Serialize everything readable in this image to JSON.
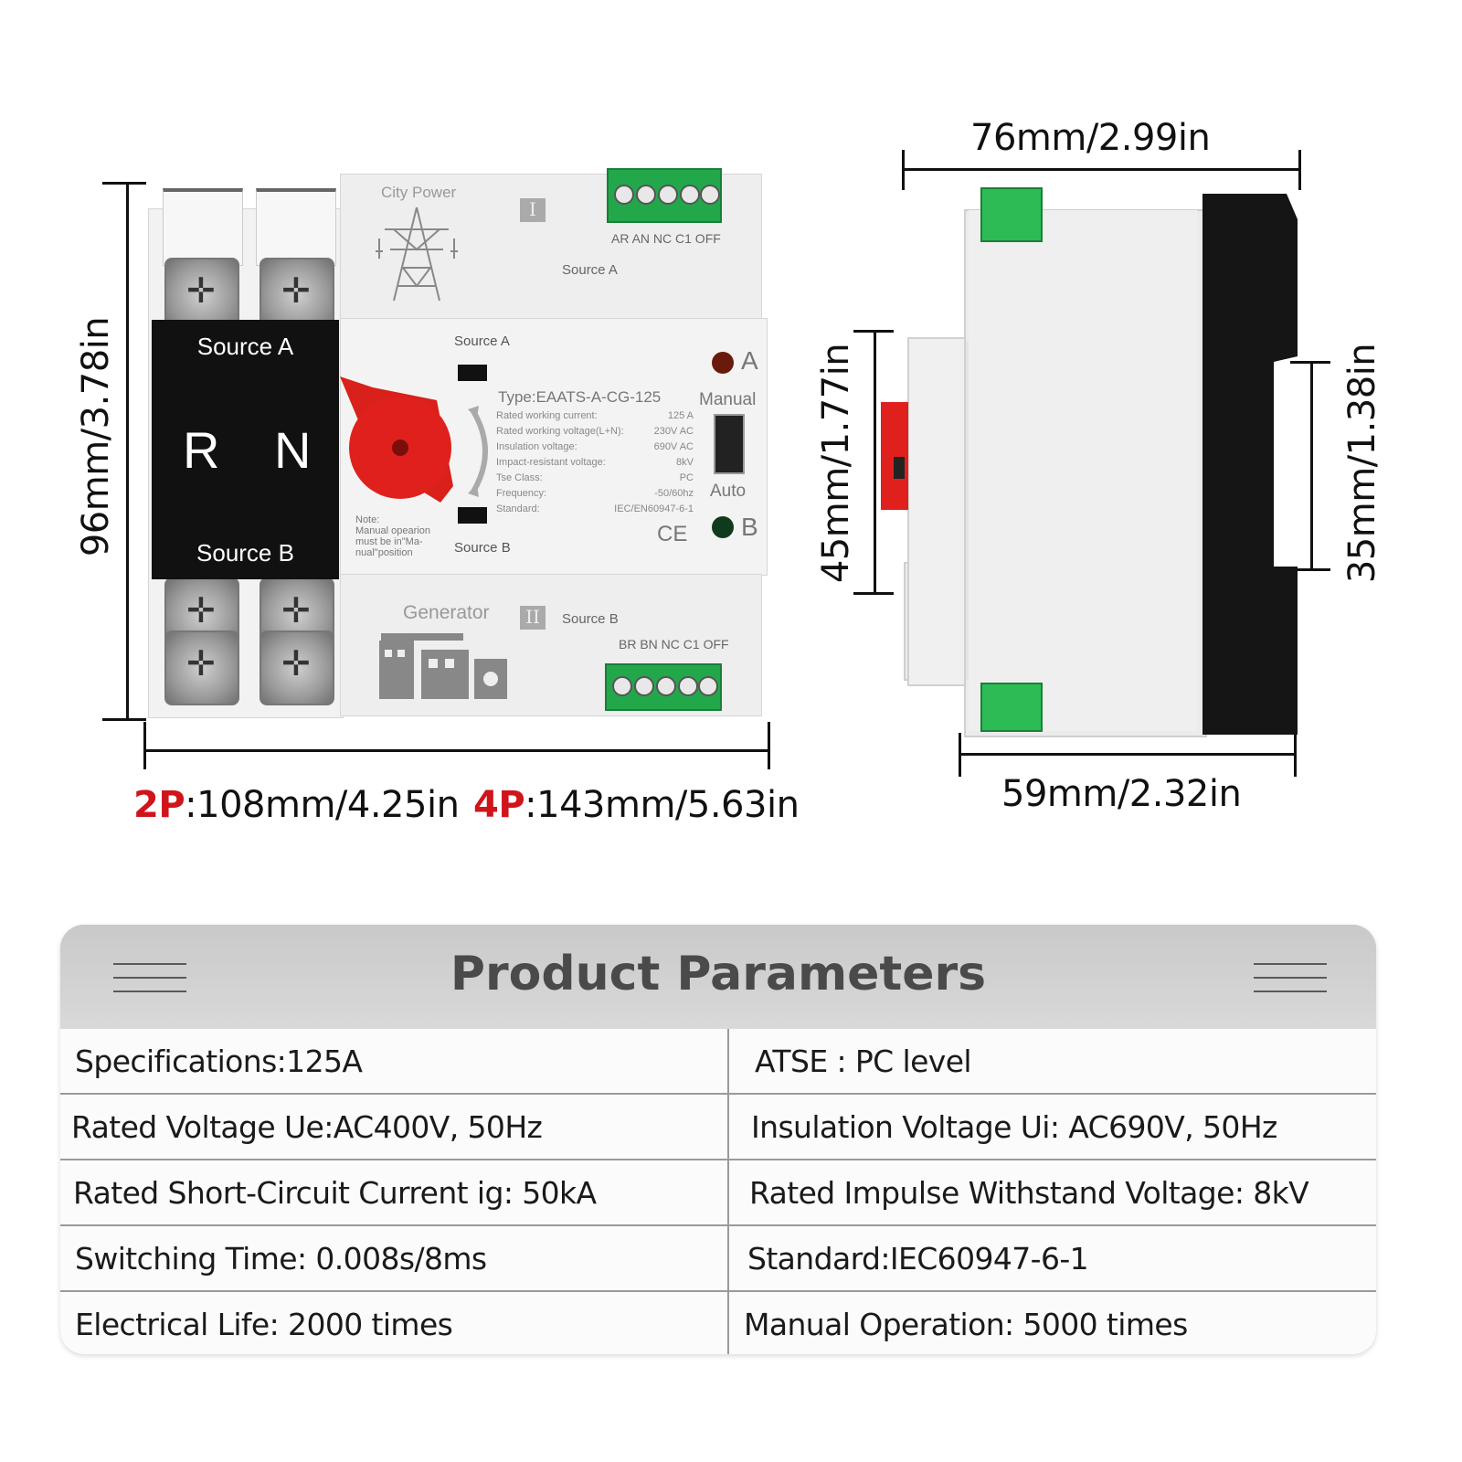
{
  "front_view": {
    "panel": {
      "top": "Source A",
      "r": "R",
      "n": "N",
      "bottom": "Source B"
    },
    "top_module": {
      "brand": "City Power",
      "roman": "I",
      "terminals": "AR AN NC C1 OFF",
      "source": "Source A"
    },
    "bottom_module": {
      "brand": "Generator",
      "roman": "II",
      "source": "Source B",
      "terminals": "BR BN NC C1 OFF"
    },
    "face": {
      "source_a": "Source A",
      "source_b": "Source B",
      "type": "Type:EAATS-A-CG-125",
      "specs": [
        {
          "k": "Rated working current:",
          "v": "125   A"
        },
        {
          "k": "Rated working voltage(L+N):",
          "v": "230V AC"
        },
        {
          "k": "Insulation voltage:",
          "v": "690V AC"
        },
        {
          "k": "Impact-resistant voltage:",
          "v": "8kV"
        },
        {
          "k": "Tse Class:",
          "v": "PC"
        },
        {
          "k": "Frequency:",
          "v": "-50/60hz"
        },
        {
          "k": "Standard:",
          "v": "IEC/EN60947-6-1"
        }
      ],
      "note": [
        "Note:",
        "Manual opearion",
        "must be in\"Ma-",
        "nual\"position"
      ],
      "manual": "Manual",
      "auto": "Auto",
      "led_a": "A",
      "led_b": "B",
      "ce": "CE"
    }
  },
  "dimensions": {
    "height": "96mm/3.78in",
    "width_prefix_2p": "2P",
    "width_2p": ":108mm/4.25in",
    "width_prefix_4p": "4P",
    "width_4p": ":143mm/5.63in",
    "side_top": "76mm/2.99in",
    "side_bottom": "59mm/2.32in",
    "side_left": "45mm/1.77in",
    "side_right": "35mm/1.38in"
  },
  "colors": {
    "accent_red": "#d0141b",
    "terminal_green": "#22a84a",
    "knob_red": "#e0201c"
  },
  "parameters": {
    "title": "Product Parameters",
    "rows": [
      {
        "left": "Specifications:125A",
        "right": "ATSE : PC level"
      },
      {
        "left": "Rated Voltage Ue:AC400V, 50Hz",
        "right": "Insulation Voltage Ui: AC690V, 50Hz"
      },
      {
        "left": "Rated Short-Circuit Current ig: 50kA",
        "right": "Rated Impulse Withstand Voltage: 8kV"
      },
      {
        "left": "Switching Time: 0.008s/8ms",
        "right": "Standard:IEC60947-6-1"
      },
      {
        "left": "Electrical Life: 2000 times",
        "right": "Manual Operation: 5000 times"
      }
    ]
  }
}
